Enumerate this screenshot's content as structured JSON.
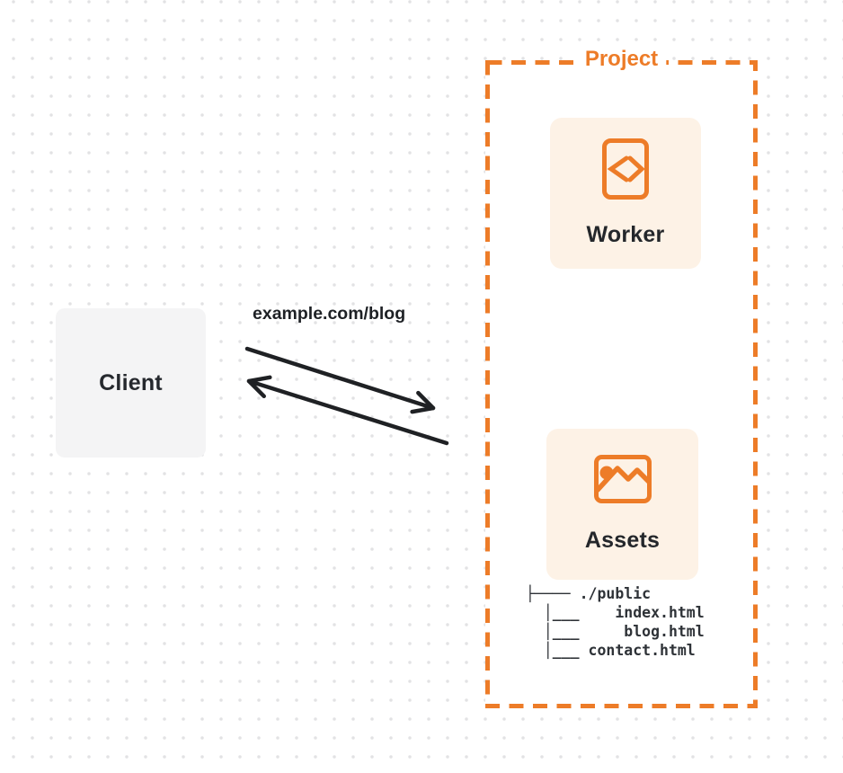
{
  "client": {
    "label": "Client"
  },
  "request": {
    "url": "example.com/blog"
  },
  "project": {
    "label": "Project",
    "worker": {
      "label": "Worker",
      "icon": "code-file-icon"
    },
    "assets": {
      "label": "Assets",
      "icon": "image-icon"
    },
    "file_tree": {
      "lines": [
        "├──── ./public",
        "  │___    index.html",
        "  │___     blog.html",
        "  │___ contact.html"
      ]
    }
  },
  "colors": {
    "accent_orange": "#ED7C28",
    "card_background": "#FDF2E6",
    "client_background": "#F4F4F5",
    "text_dark": "#24272B",
    "arrow_black": "#1F2124",
    "dot_grid_gray": "#E2E2E4"
  }
}
